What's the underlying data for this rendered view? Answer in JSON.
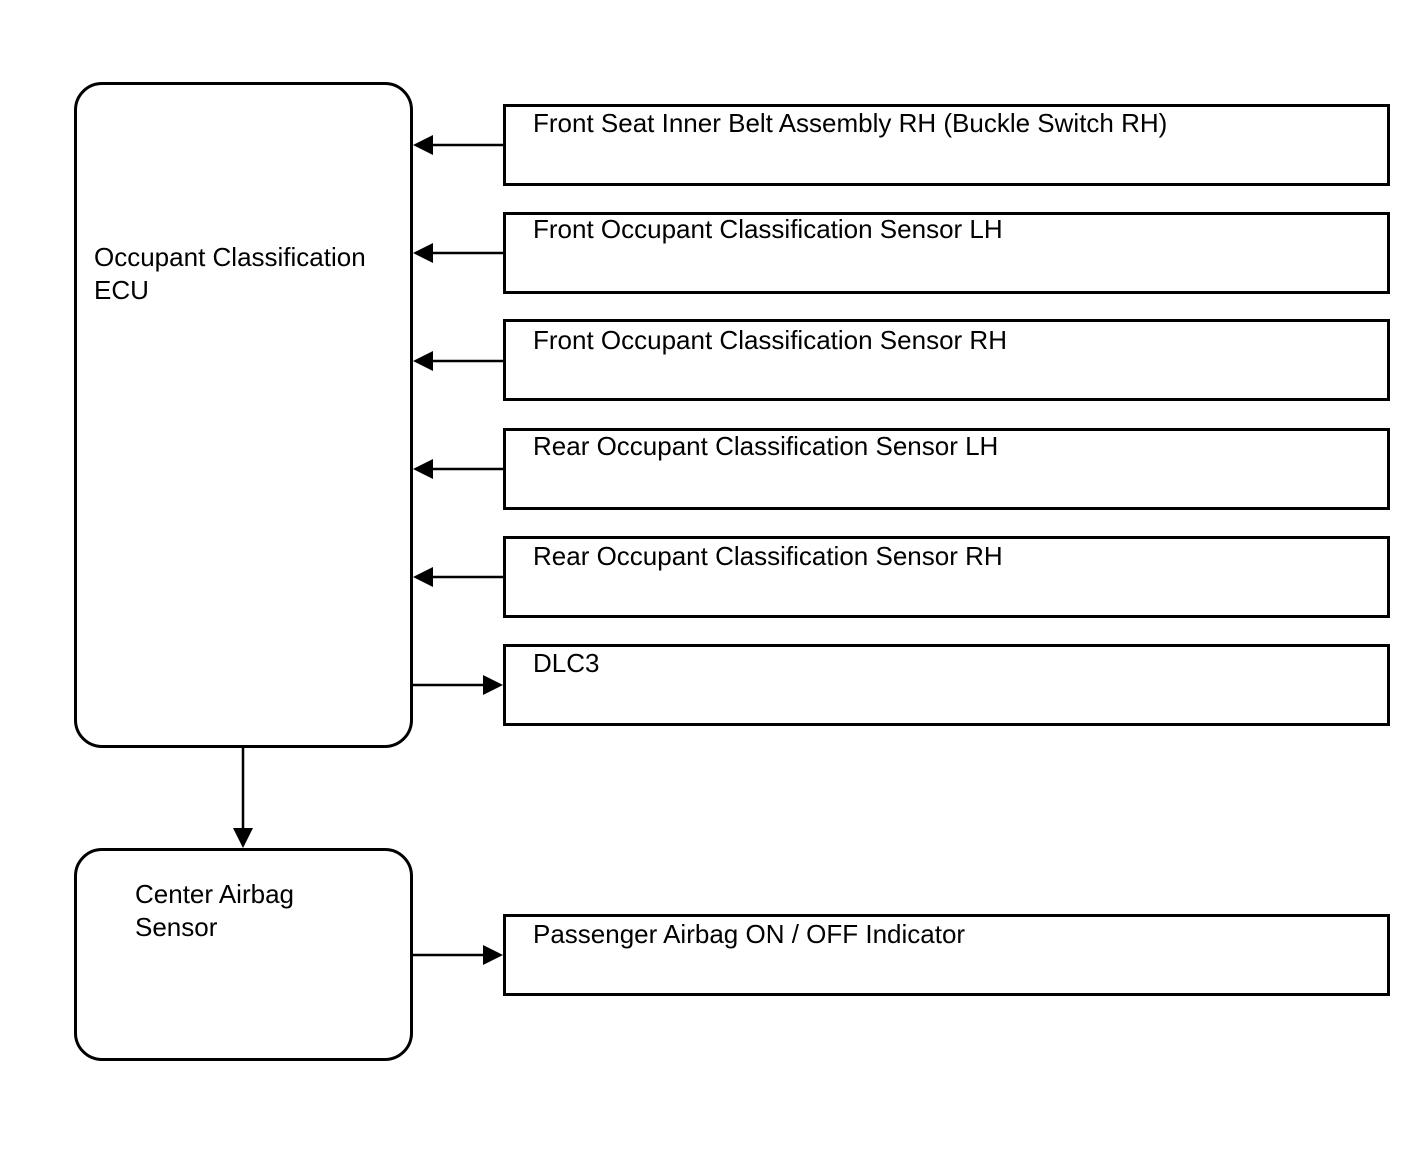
{
  "ecu": {
    "label": "Occupant Classification\nECU"
  },
  "center_airbag": {
    "label": "Center Airbag\nSensor"
  },
  "inputs": [
    {
      "id": "buckle-switch-rh",
      "label": "Front Seat Inner Belt Assembly RH (Buckle Switch RH)",
      "direction": "into-ecu"
    },
    {
      "id": "front-sensor-lh",
      "label": "Front Occupant Classification Sensor LH",
      "direction": "into-ecu"
    },
    {
      "id": "front-sensor-rh",
      "label": "Front Occupant Classification Sensor RH",
      "direction": "into-ecu"
    },
    {
      "id": "rear-sensor-lh",
      "label": "Rear Occupant Classification Sensor LH",
      "direction": "into-ecu"
    },
    {
      "id": "rear-sensor-rh",
      "label": "Rear Occupant Classification Sensor RH",
      "direction": "into-ecu"
    },
    {
      "id": "dlc3",
      "label": "DLC3",
      "direction": "out-of-ecu"
    }
  ],
  "indicator": {
    "label": "Passenger Airbag ON / OFF Indicator",
    "direction": "out-of-center-airbag"
  },
  "connections": [
    {
      "from": "ecu",
      "to": "center_airbag"
    }
  ]
}
